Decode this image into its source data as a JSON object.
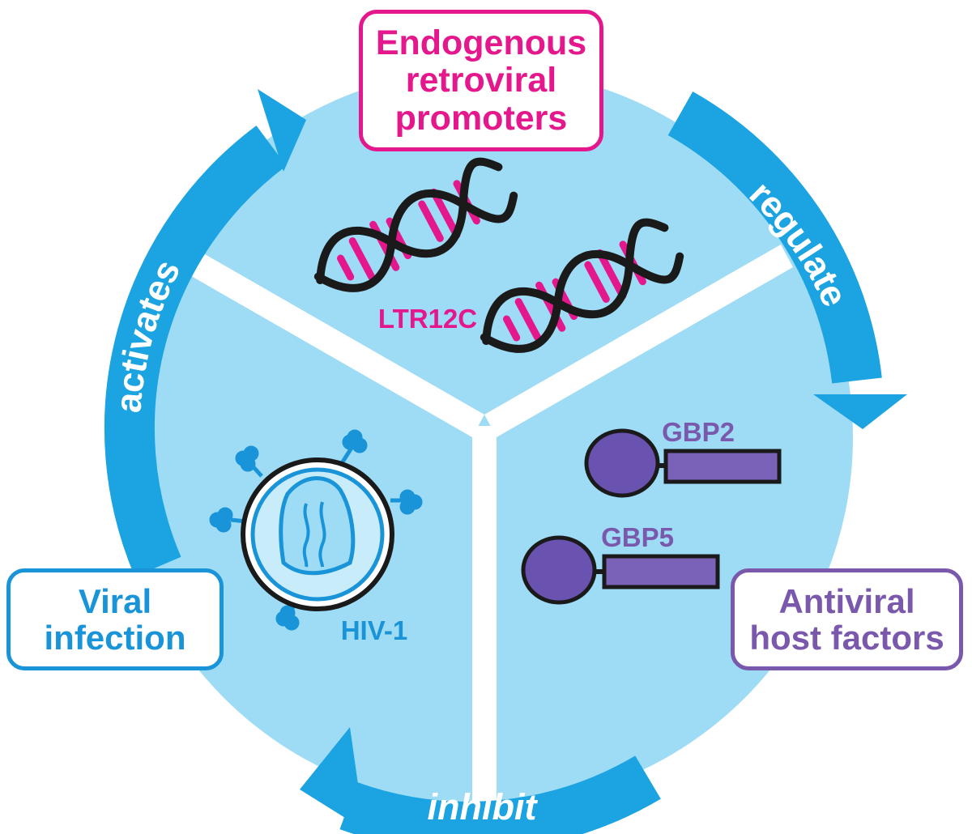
{
  "boxes": {
    "endogenous": [
      "Endogenous",
      "retroviral",
      "promoters"
    ],
    "viral": [
      "Viral",
      "infection"
    ],
    "host": [
      "Antiviral",
      "host factors"
    ]
  },
  "arrows": {
    "activates": "activates",
    "regulate": "regulate",
    "inhibit": "inhibit"
  },
  "molecules": {
    "ltr": "LTR12C",
    "hiv": "HIV-1",
    "gbp2": "GBP2",
    "gbp5": "GBP5"
  },
  "colors": {
    "circle_fill": "#9edcf5",
    "arrow": "#1ba3e2",
    "magenta": "#e5178c",
    "viral_blue": "#1a94d8",
    "purple": "#7a59ad",
    "protein_fill": "#6a52b0"
  }
}
